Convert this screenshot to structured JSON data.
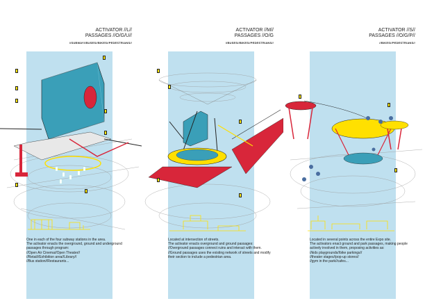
{
  "colors": {
    "band": "#bfe0ef",
    "tag": "#ffe600",
    "red": "#d8263a",
    "yellow": "#ffe000",
    "teal": "#3a9fb8",
    "dark": "#222222"
  },
  "panels": [
    {
      "header": {
        "line1": "ACTIVATOR //L//",
        "line2": "PASSAGES //O/G/U//",
        "sub": "//SUBWAY//BUSES//BIKES//PEDESTRIANS//"
      },
      "description": [
        "One in each of the four subway stations in the area.",
        "The activator enacts the overground, ground and underground passages through program:",
        "//Open Air Cinema//Open Theater//",
        "//Retail//Exhibition area//Library//",
        "//Bus station//Restaurants..."
      ]
    },
    {
      "header": {
        "line1": "ACTIVATOR //M//",
        "line2": "PASSAGES //O/G",
        "sub": "//BUSES//BIKES//PEDESTRIANS//"
      },
      "description": [
        "Located at intersection of streets.",
        "The activator enacts overground and ground passages:",
        "//Overground passages connect ruins and interact with them.",
        "//Ground passages uses the existing network of streets and modify their section to include a pedestrian area."
      ]
    },
    {
      "header": {
        "line1": "ACTIVATOR //S//",
        "line2": "PASSAGES //O/G/P//",
        "sub": "//BIKES//PEDESTRIANS//"
      },
      "description": [
        "Located in several points across the entire Expo site.",
        "The activators enact ground and park passages, making people actively involved in them, proposing activities as:",
        "//kids playgrounds//bike parkings//",
        "//theater stages//pop-up stores//",
        "//gym in the park//cafes..."
      ]
    }
  ]
}
